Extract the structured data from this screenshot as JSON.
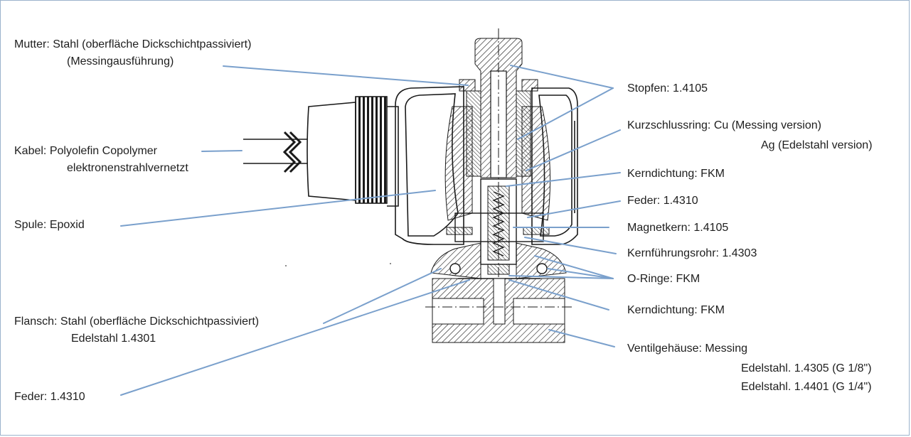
{
  "labels": {
    "mutter_1": "Mutter:  Stahl (oberfläche Dickschichtpassiviert)",
    "mutter_2": "(Messingausführung)",
    "kabel_1": "Kabel:  Polyolefin Copolymer",
    "kabel_2": "elektronenstrahlvernetzt",
    "spule": "Spule:  Epoxid",
    "flansch_1": "Flansch: Stahl (oberfläche Dickschichtpassiviert)",
    "flansch_2": "Edelstahl 1.4301",
    "feder_left": "Feder:  1.4310",
    "stopfen": "Stopfen:  1.4105",
    "kurzschluss_1": "Kurzschlussring:  Cu (Messing version)",
    "kurzschluss_2": "Ag (Edelstahl version)",
    "kerndichtung_top": "Kerndichtung:  FKM",
    "feder_right": "Feder:  1.4310",
    "magnetkern": "Magnetkern:  1.4105",
    "kernfuehrung": "Kernführungsrohr:  1.4303",
    "oringe": "O-Ringe:  FKM",
    "kerndichtung_bottom": "Kerndichtung:  FKM",
    "ventil_1": "Ventilgehäuse:  Messing",
    "ventil_2": "Edelstahl. 1.4305 (G 1/8\")",
    "ventil_3": "Edelstahl. 1.4401 (G 1/4\")"
  },
  "colors": {
    "leader": "#7aa0cc",
    "frame": "#9bb3cc",
    "ink": "#1a1a1a"
  }
}
